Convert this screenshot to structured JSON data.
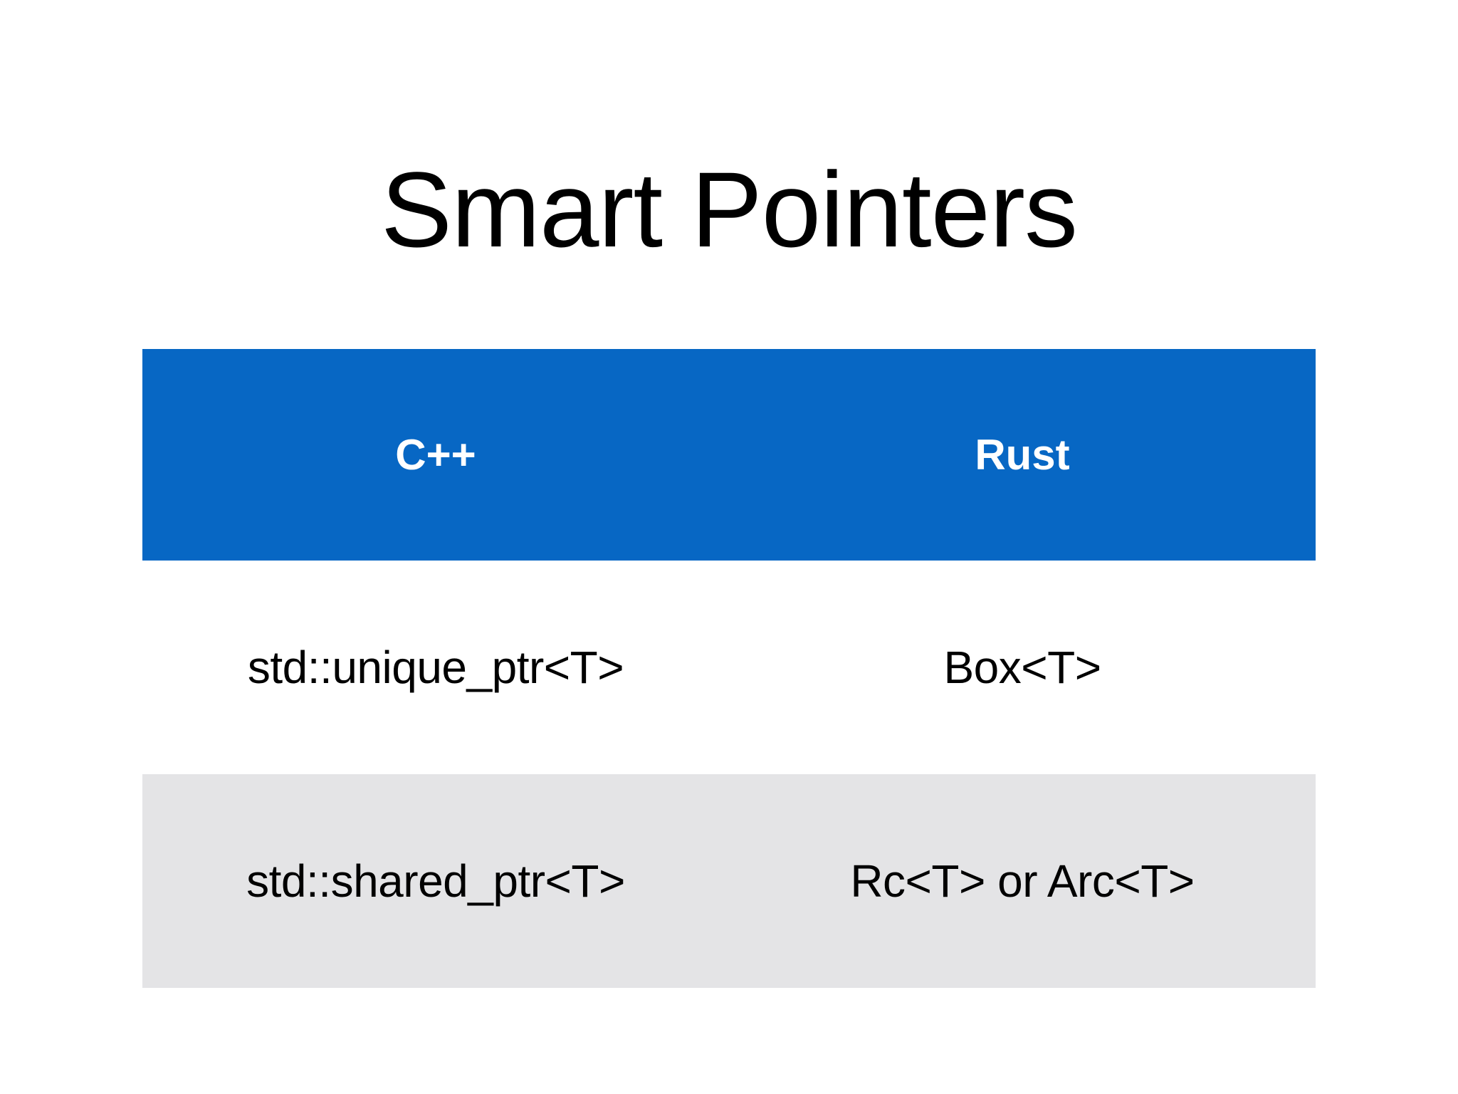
{
  "slide": {
    "title": "Smart Pointers",
    "background_color": "#FFFFFF",
    "title_color": "#000000"
  },
  "table": {
    "header_background": "#0767C4",
    "header_text_color": "#FFFFFF",
    "alt_row_background": "#E4E4E6",
    "row_background": "#FFFFFF",
    "columns": [
      {
        "label": "C++"
      },
      {
        "label": "Rust"
      }
    ],
    "rows": [
      {
        "cpp": "std::unique_ptr<T>",
        "rust": "Box<T>"
      },
      {
        "cpp": "std::shared_ptr<T>",
        "rust": "Rc<T> or Arc<T>"
      }
    ]
  }
}
